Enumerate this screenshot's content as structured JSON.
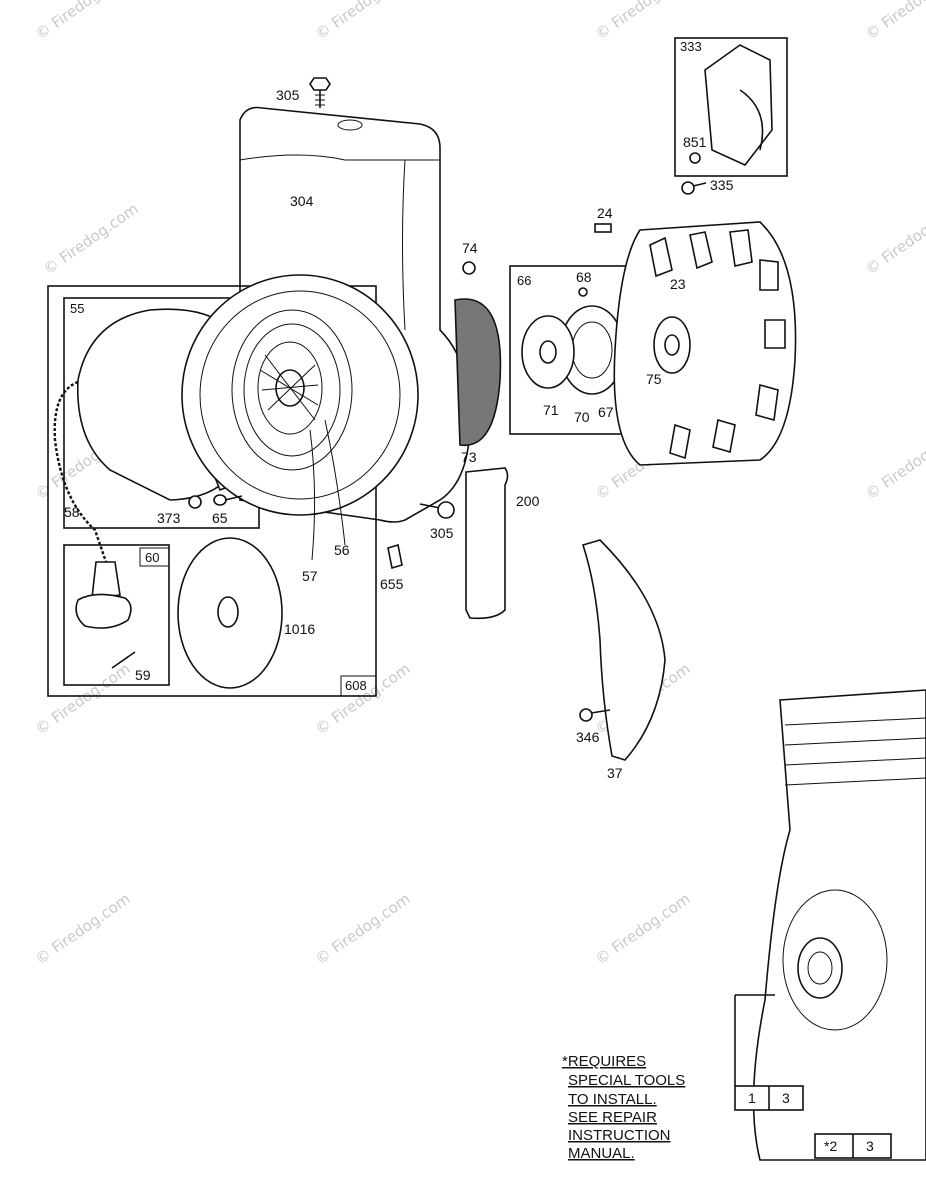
{
  "watermark": {
    "text": "© Firedog.com"
  },
  "callouts": {
    "p305_top": "305",
    "p304": "304",
    "p333": "333",
    "p851": "851",
    "p335": "335",
    "p24": "24",
    "p74": "74",
    "p66": "66",
    "p68": "68",
    "p23": "23",
    "p55": "55",
    "p58": "58",
    "p373": "373",
    "p65": "65",
    "p57": "57",
    "p56": "56",
    "p73": "73",
    "p71": "71",
    "p70": "70",
    "p67": "67",
    "p75": "75",
    "p305_bottom": "305",
    "p200": "200",
    "p655": "655",
    "p60": "60",
    "p59": "59",
    "p1016": "1016",
    "p608": "608",
    "p346": "346",
    "p37": "37"
  },
  "note_lines": [
    "*REQUIRES",
    "SPECIAL TOOLS",
    "TO INSTALL.",
    "SEE REPAIR",
    "INSTRUCTION",
    "MANUAL."
  ],
  "ref_table": {
    "row1": [
      "1",
      "3"
    ],
    "row2": [
      "*2",
      "3"
    ]
  }
}
